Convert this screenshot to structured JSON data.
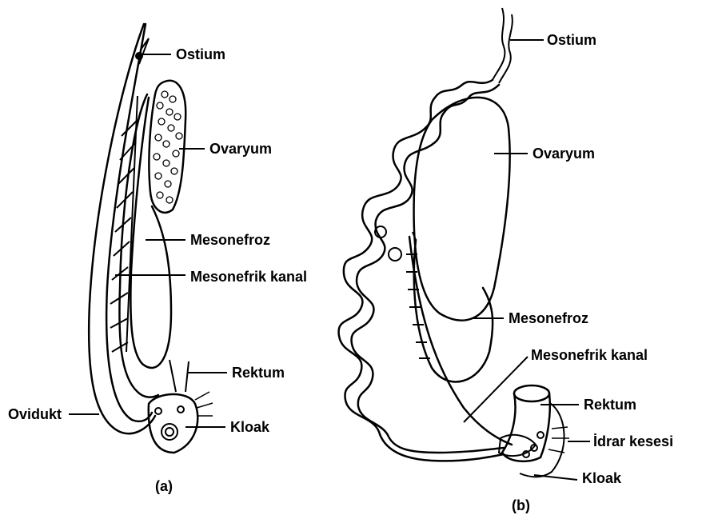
{
  "diagram_a": {
    "caption": "(a)",
    "labels": {
      "ostium": "Ostium",
      "ovarium": "Ovaryum",
      "mesonefroz": "Mesonefroz",
      "mesonefrik_kanal": "Mesonefrik kanal",
      "rektum": "Rektum",
      "ovidukt": "Ovidukt",
      "kloak": "Kloak"
    }
  },
  "diagram_b": {
    "caption": "(b)",
    "labels": {
      "ostium": "Ostium",
      "ovarium": "Ovaryum",
      "mesonefroz": "Mesonefroz",
      "mesonefrik_kanal": "Mesonefrik kanal",
      "rektum": "Rektum",
      "idrar_kesesi": "İdrar kesesi",
      "kloak": "Kloak"
    }
  }
}
